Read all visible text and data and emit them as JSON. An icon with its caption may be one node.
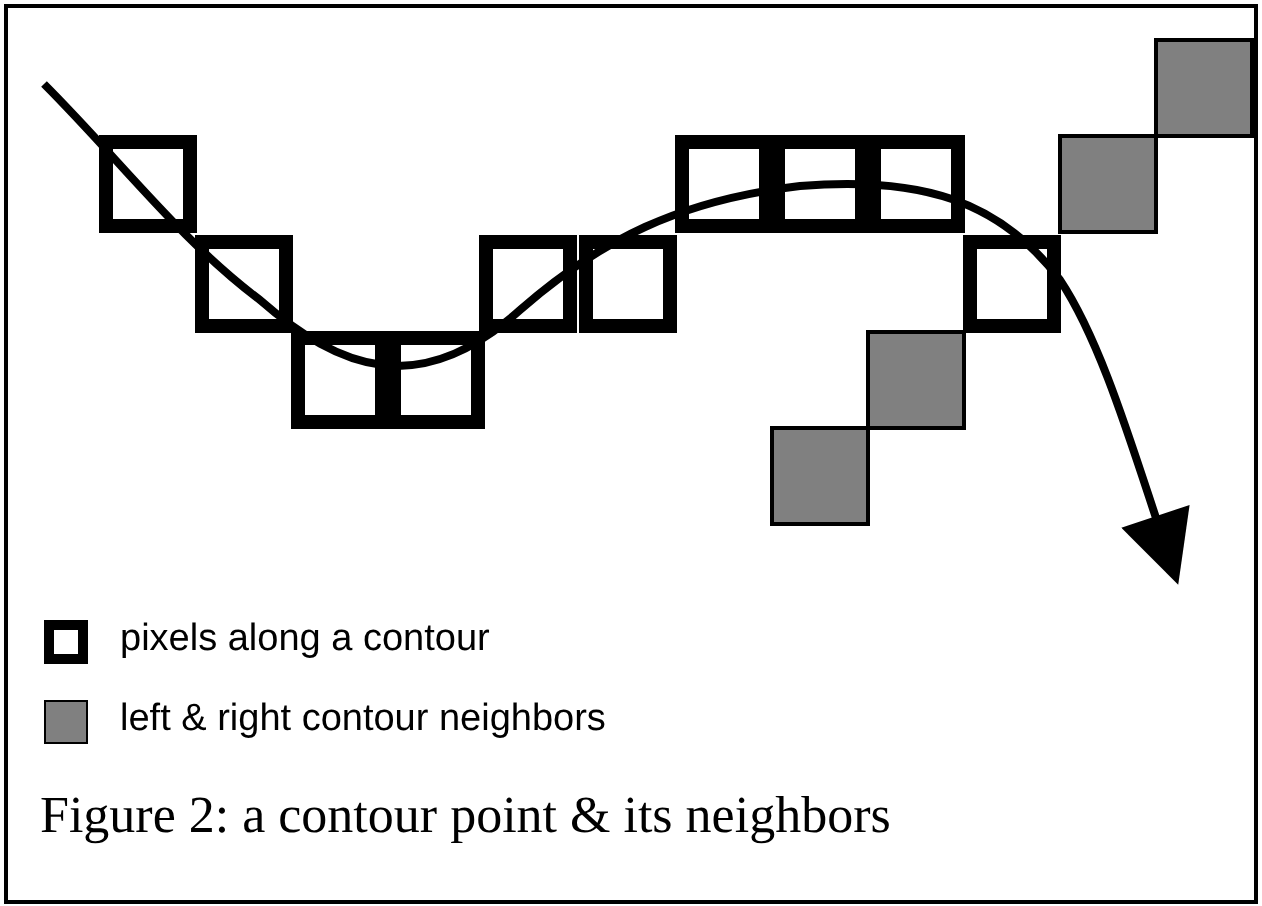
{
  "diagram": {
    "caption": "Figure 2: a contour point & its neighbors",
    "legend": [
      {
        "text": "pixels along a contour"
      },
      {
        "text": "left & right contour neighbors",
        "color": "#808080"
      }
    ]
  }
}
